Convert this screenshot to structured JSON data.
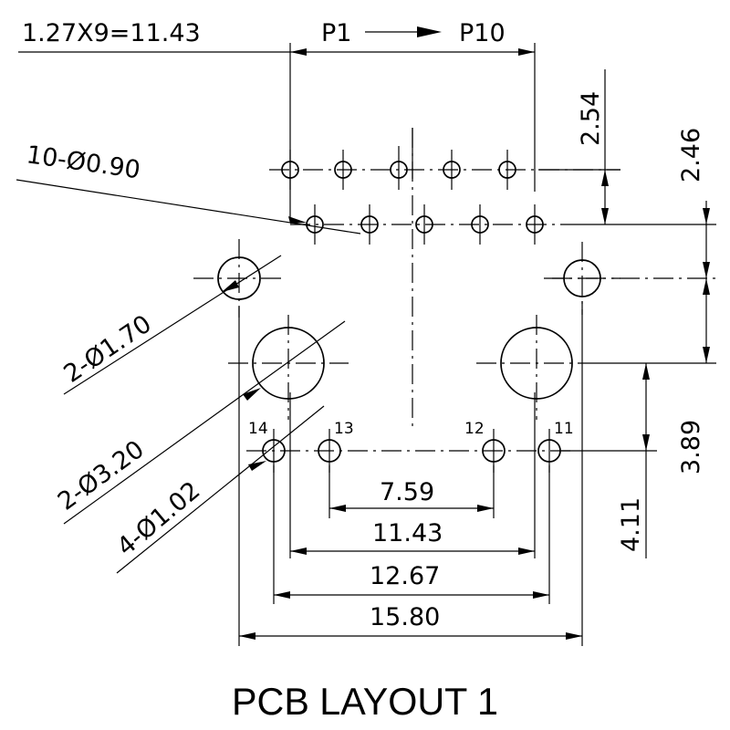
{
  "title": "PCB LAYOUT 1",
  "header": {
    "pitch_formula": "1.27X9=11.43",
    "pin_start": "P1",
    "pin_end": "P10"
  },
  "dimensions": {
    "row_pitch": "2.54",
    "row_to_mount": "2.46",
    "mount_to_lower": "3.89",
    "lower_to_bottom": "4.11",
    "inner_pins": "7.59",
    "pin_span": "11.43",
    "outer_pins": "12.67",
    "overall_width": "15.80"
  },
  "hole_callouts": {
    "signal_holes": "10-Ø0.90",
    "mount_holes_small": "2-Ø1.70",
    "mount_holes_large": "2-Ø3.20",
    "led_holes": "4-Ø1.02"
  },
  "pin_labels": {
    "p14": "14",
    "p13": "13",
    "p12": "12",
    "p11": "11"
  }
}
